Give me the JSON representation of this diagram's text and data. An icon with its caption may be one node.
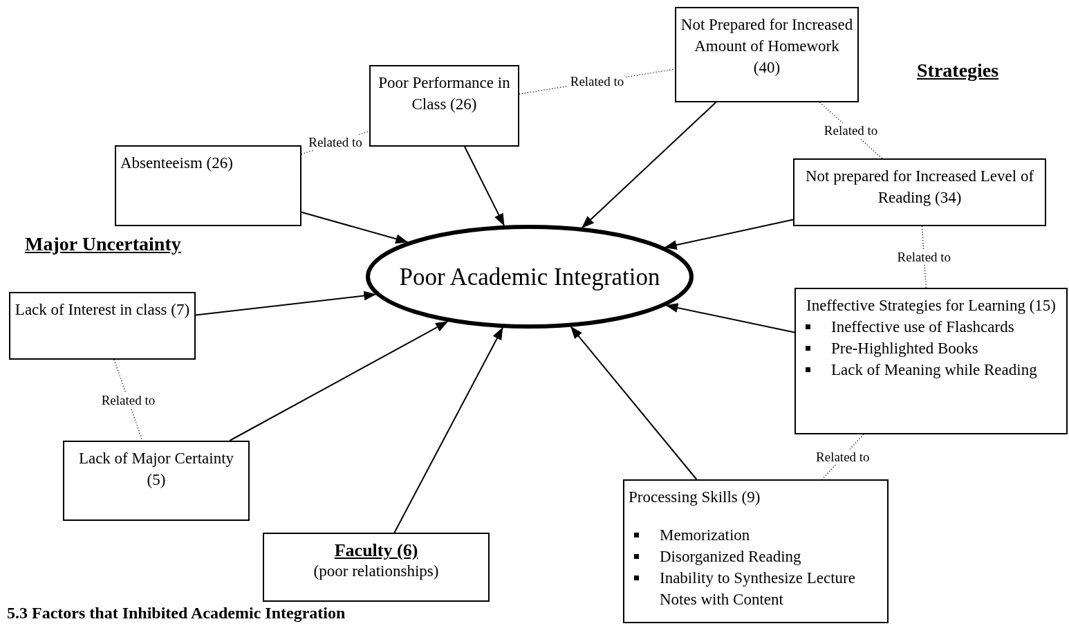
{
  "diagram": {
    "caption": "5.3 Factors that Inhibited Academic Integration",
    "nodes": [
      {
        "text": [
          "Poor Academic Integration"
        ]
      },
      {
        "text": [
          "Absenteeism (26)"
        ]
      },
      {
        "text": [
          "Poor Performance in Class (26)"
        ]
      },
      {
        "text": [
          "Not Prepared for Increased Amount of Homework (40)"
        ]
      },
      {
        "text": [
          "Not prepared for Increased Level of Reading (34)"
        ]
      },
      {
        "text": [
          "Ineffective Strategies for Learning (15)",
          "Ineffective use of Flashcards",
          "Pre-Highlighted Books",
          "Lack of Meaning while Reading"
        ]
      },
      {
        "text": [
          "Processing Skills (9)",
          "Memorization",
          "Disorganized Reading",
          "Inability to Synthesize Lecture Notes with Content"
        ]
      },
      {
        "text": [
          "Faculty (6)",
          "(poor relationships)"
        ]
      },
      {
        "text": [
          "Lack of Major Certainty (5)"
        ]
      },
      {
        "text": [
          "Lack of Interest in class (7)"
        ]
      }
    ],
    "edges": [
      {
        "from": 1,
        "to": 0,
        "arrow": "to"
      },
      {
        "from": 2,
        "to": 0,
        "arrow": "to"
      },
      {
        "from": 3,
        "to": 0,
        "arrow": "to"
      },
      {
        "from": 4,
        "to": 0,
        "arrow": "to"
      },
      {
        "from": 5,
        "to": 0,
        "arrow": "to"
      },
      {
        "from": 6,
        "to": 0,
        "arrow": "to"
      },
      {
        "from": 7,
        "to": 0,
        "arrow": "to"
      },
      {
        "from": 8,
        "to": 0,
        "arrow": "to"
      },
      {
        "from": 9,
        "to": 0,
        "arrow": "to"
      },
      {
        "from": 1,
        "to": 2,
        "arrow": "none",
        "style": "dashed",
        "label": "Related to"
      },
      {
        "from": 2,
        "to": 3,
        "arrow": "none",
        "style": "dashed",
        "label": "Related to"
      },
      {
        "from": 3,
        "to": 4,
        "arrow": "none",
        "style": "dashed",
        "label": "Related to"
      },
      {
        "from": 4,
        "to": 5,
        "arrow": "none",
        "style": "dashed",
        "label": "Related to"
      },
      {
        "from": 5,
        "to": 6,
        "arrow": "none",
        "style": "dashed",
        "label": "Related to"
      },
      {
        "from": 9,
        "to": 8,
        "arrow": "none",
        "style": "dashed",
        "label": "Related to"
      }
    ],
    "labels": [
      "Strategies",
      "Major Uncertainty"
    ]
  }
}
